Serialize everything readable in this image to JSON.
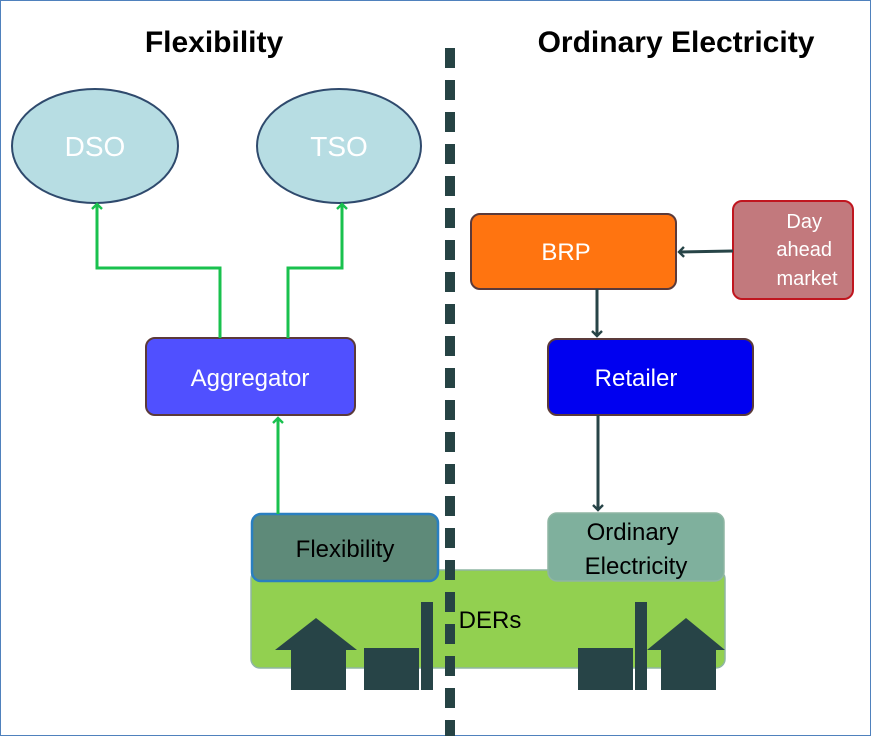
{
  "headings": {
    "left": "Flexibility",
    "right": "Ordinary Electricity"
  },
  "nodes": {
    "dso": "DSO",
    "tso": "TSO",
    "aggregator": "Aggregator",
    "brp": "BRP",
    "day_ahead": [
      "Day",
      "ahead",
      "market"
    ],
    "retailer": "Retailer",
    "flexibility": "Flexibility",
    "ordinary_electricity": [
      "Ordinary",
      "Electricity"
    ],
    "ders": "DERs"
  },
  "colors": {
    "oval_fill": "#b7dde3",
    "oval_stroke": "#2f4a6d",
    "oval_text": "#ffffff",
    "aggregator": "#5050ff",
    "brp": "#ff7410",
    "day_ahead": "#c2797d",
    "day_ahead_stroke": "#c0161f",
    "retailer": "#0000f0",
    "flexibility_box": "#5e8a79",
    "flexibility_stroke": "#2a7fc0",
    "ordinary_box": "#7fb09d",
    "ders_fill": "#92d050",
    "green_arrow": "#19c14e",
    "dark_arrow": "#274447",
    "divider": "#264344",
    "building": "#274447"
  }
}
